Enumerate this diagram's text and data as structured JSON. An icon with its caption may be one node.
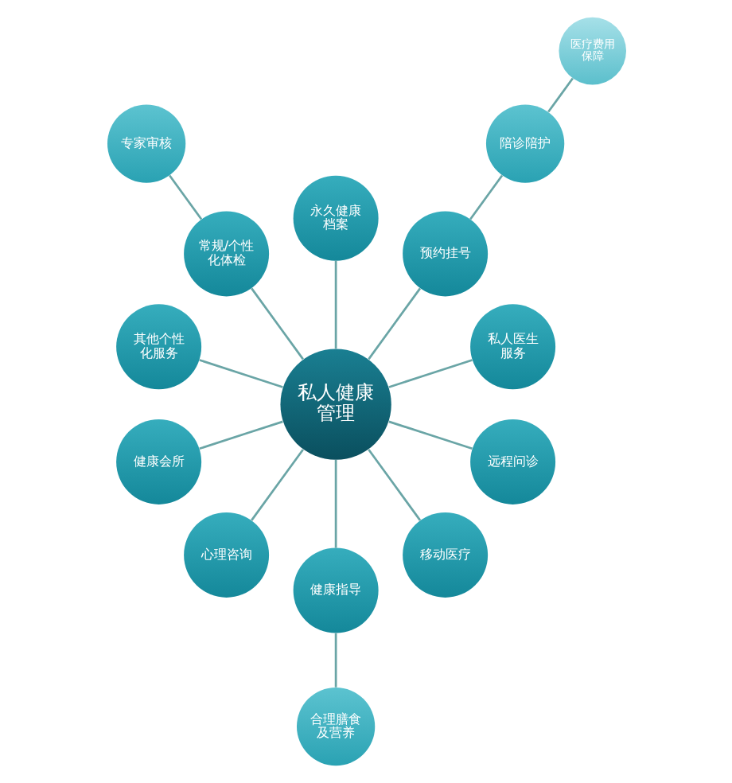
{
  "diagram": {
    "nodes": [
      {
        "text": [
          "私人健康管理"
        ]
      },
      {
        "text": [
          "永久健康档案"
        ]
      },
      {
        "text": [
          "预约挂号"
        ]
      },
      {
        "text": [
          "陪诊陪护"
        ]
      },
      {
        "text": [
          "医疗费用保障"
        ]
      },
      {
        "text": [
          "私人医生服务"
        ]
      },
      {
        "text": [
          "远程问诊"
        ]
      },
      {
        "text": [
          "移动医疗"
        ]
      },
      {
        "text": [
          "健康指导"
        ]
      },
      {
        "text": [
          "合理膳食及营养"
        ]
      },
      {
        "text": [
          "心理咨询"
        ]
      },
      {
        "text": [
          "健康会所"
        ]
      },
      {
        "text": [
          "其他个性化服务"
        ]
      },
      {
        "text": [
          "常规/个性化体检"
        ]
      },
      {
        "text": [
          "专家审核"
        ]
      }
    ],
    "edges": [
      {
        "from": 0,
        "to": 1,
        "arrow": "none"
      },
      {
        "from": 0,
        "to": 2,
        "arrow": "none"
      },
      {
        "from": 2,
        "to": 3,
        "arrow": "none"
      },
      {
        "from": 3,
        "to": 4,
        "arrow": "none"
      },
      {
        "from": 0,
        "to": 5,
        "arrow": "none"
      },
      {
        "from": 0,
        "to": 6,
        "arrow": "none"
      },
      {
        "from": 0,
        "to": 7,
        "arrow": "none"
      },
      {
        "from": 0,
        "to": 8,
        "arrow": "none"
      },
      {
        "from": 8,
        "to": 9,
        "arrow": "none"
      },
      {
        "from": 0,
        "to": 10,
        "arrow": "none"
      },
      {
        "from": 0,
        "to": 11,
        "arrow": "none"
      },
      {
        "from": 0,
        "to": 12,
        "arrow": "none"
      },
      {
        "from": 0,
        "to": 13,
        "arrow": "none"
      },
      {
        "from": 13,
        "to": 14,
        "arrow": "none"
      }
    ]
  }
}
